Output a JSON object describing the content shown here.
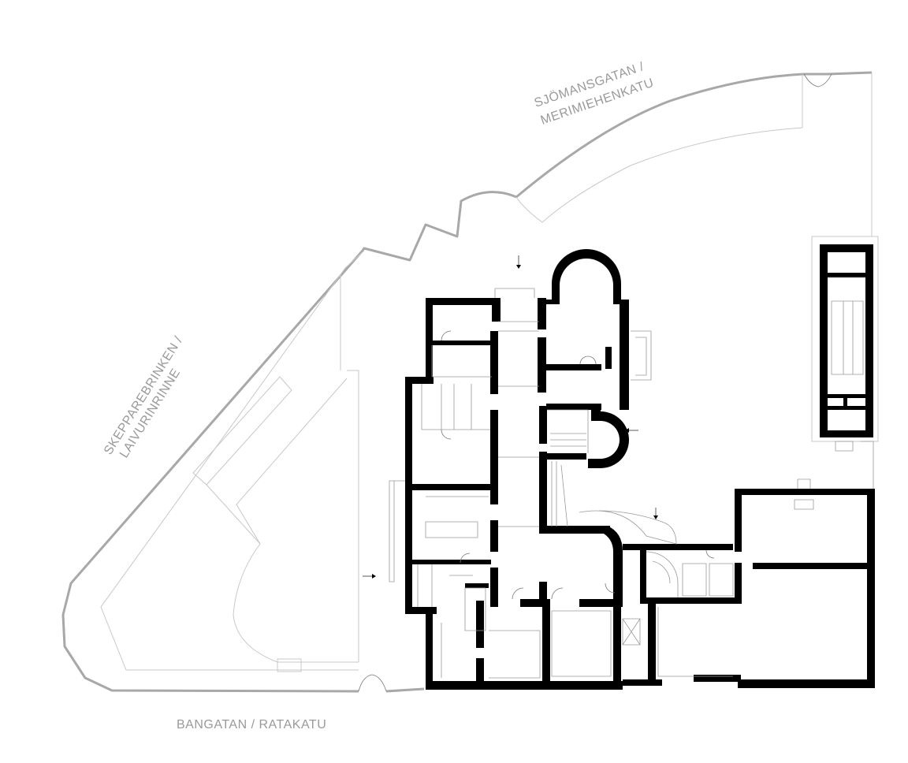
{
  "streets": {
    "north_line1": "SJÖMANSGATAN /",
    "north_line2": "MERIMIEHENKATU",
    "west_line1": "SKEPPAREBRINKEN /",
    "west_line2": "LAIVURINRINNE",
    "south": "BANGATAN / RATAKATU"
  },
  "colors": {
    "walls": "#000000",
    "street_edge": "#a8a8a8",
    "labels": "#9a9a9a",
    "background": "#ffffff"
  },
  "icons": [
    "entrance-arrow-icon"
  ]
}
